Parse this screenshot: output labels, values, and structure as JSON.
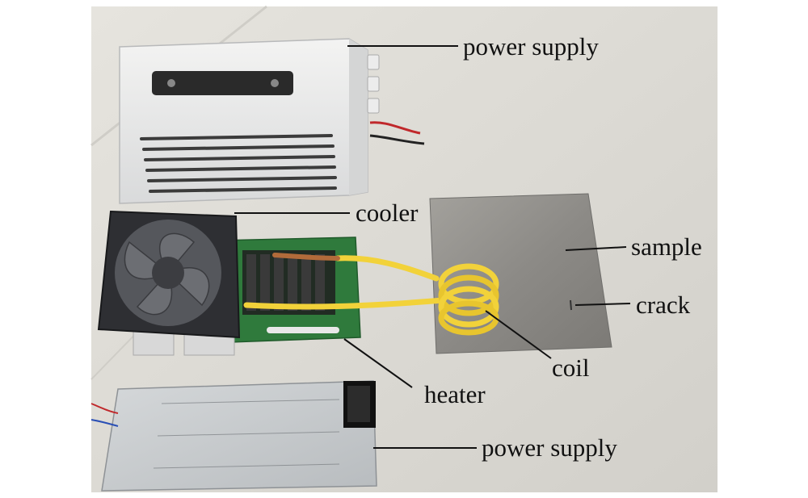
{
  "labels": {
    "power_supply_top": "power supply",
    "cooler": "cooler",
    "sample": "sample",
    "crack": "crack",
    "coil": "coil",
    "heater": "heater",
    "power_supply_bottom": "power supply"
  },
  "colors": {
    "table": "#dcdad4",
    "coil": "#f2d23a",
    "sample": "#8e8c88",
    "circuit_board": "#2f7a3c",
    "fan": "#2e2f33",
    "box": "#e9eaea",
    "power_module": "#c9cdd0"
  }
}
